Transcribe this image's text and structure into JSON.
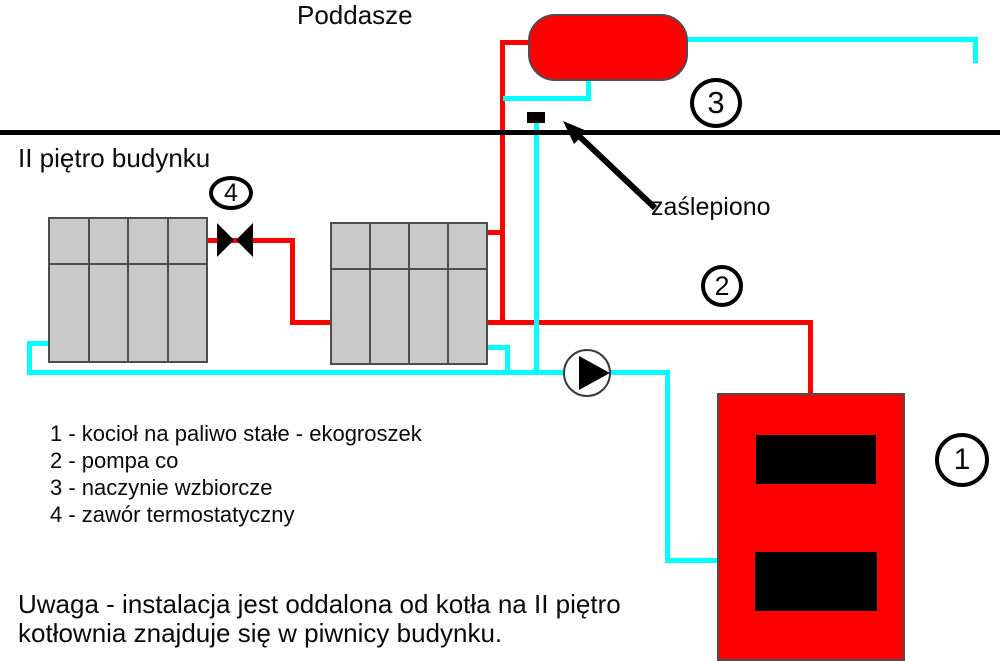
{
  "title": "Poddasze",
  "floor_label": "II piętro budynku",
  "annotation": "zaślepiono",
  "markers": {
    "boiler": "1",
    "pump": "2",
    "vessel": "3",
    "valve": "4"
  },
  "legend": {
    "items": [
      "1 - kocioł na paliwo stałe - ekogroszek",
      "2 - pompa co",
      "3 - naczynie wzbiorcze",
      "4 - zawór termostatyczny"
    ]
  },
  "note": {
    "line1": "Uwaga - instalacja jest oddalona od kotła na II piętro",
    "line2": "kotłownia znajduje się w piwnicy budynku."
  },
  "colors": {
    "supply_pipe": "#ff0000",
    "return_pipe": "#00ffff",
    "radiator_fill": "#c9c9c9",
    "equipment_outline": "#4d4d4d",
    "floor_line": "#000000"
  }
}
